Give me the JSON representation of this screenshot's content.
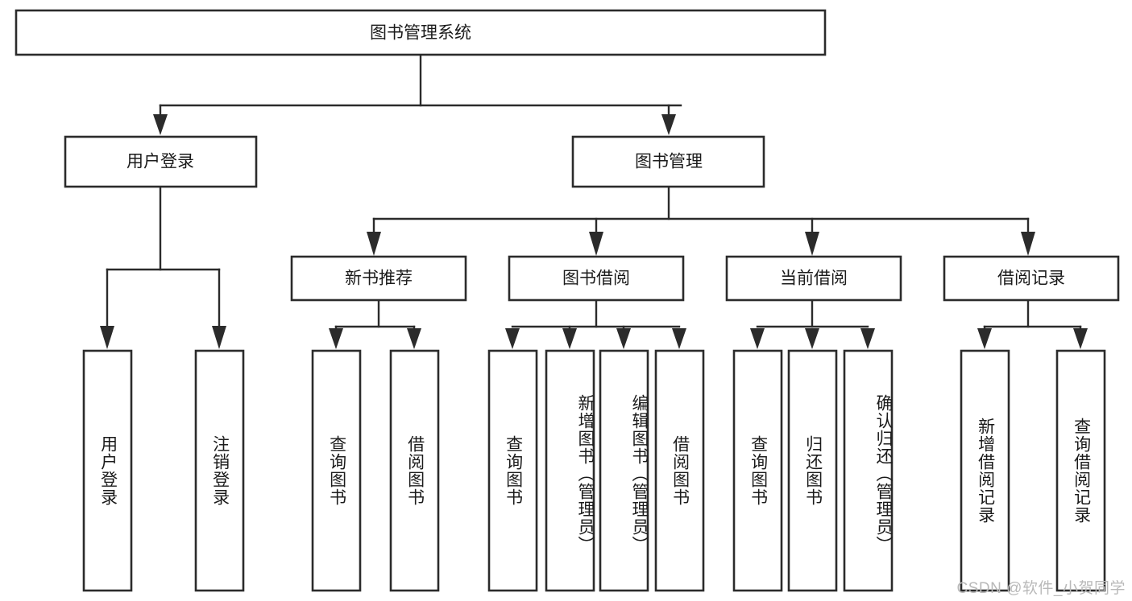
{
  "diagram": {
    "type": "tree-hierarchy-flowchart",
    "title_node": {
      "label": "图书管理系统"
    },
    "level2": [
      {
        "id": "user-login",
        "label": "用户登录"
      },
      {
        "id": "book-management",
        "label": "图书管理"
      }
    ],
    "level3": [
      {
        "id": "new-book-recommend",
        "label": "新书推荐",
        "parent": "book-management"
      },
      {
        "id": "book-borrow",
        "label": "图书借阅",
        "parent": "book-management"
      },
      {
        "id": "current-borrow",
        "label": "当前借阅",
        "parent": "book-management"
      },
      {
        "id": "borrow-record",
        "label": "借阅记录",
        "parent": "book-management"
      }
    ],
    "leaves": [
      {
        "id": "leaf-user-login",
        "label": "用户登录",
        "parent": "user-login"
      },
      {
        "id": "leaf-logout-login",
        "label": "注销登录",
        "parent": "user-login"
      },
      {
        "id": "leaf-query-book-1",
        "label": "查询图书",
        "parent": "new-book-recommend"
      },
      {
        "id": "leaf-borrow-book-1",
        "label": "借阅图书",
        "parent": "new-book-recommend"
      },
      {
        "id": "leaf-query-book-2",
        "label": "查询图书",
        "parent": "book-borrow"
      },
      {
        "id": "leaf-add-book",
        "label": "新增图书（管理员）",
        "parent": "book-borrow"
      },
      {
        "id": "leaf-edit-book",
        "label": "编辑图书（管理员）",
        "parent": "book-borrow"
      },
      {
        "id": "leaf-borrow-book-2",
        "label": "借阅图书",
        "parent": "book-borrow"
      },
      {
        "id": "leaf-query-book-3",
        "label": "查询图书",
        "parent": "current-borrow"
      },
      {
        "id": "leaf-return-book",
        "label": "归还图书",
        "parent": "current-borrow"
      },
      {
        "id": "leaf-confirm-return",
        "label": "确认归还（管理员）",
        "parent": "current-borrow"
      },
      {
        "id": "leaf-add-record",
        "label": "新增借阅记录",
        "parent": "borrow-record"
      },
      {
        "id": "leaf-query-record",
        "label": "查询借阅记录",
        "parent": "borrow-record"
      }
    ],
    "colors": {
      "stroke": "#2b2b2b",
      "fill": "#ffffff",
      "text": "#1b1b1b",
      "watermark": "#b9b9b9"
    }
  },
  "watermark": {
    "text": "CSDN @软件_小贺同学"
  }
}
